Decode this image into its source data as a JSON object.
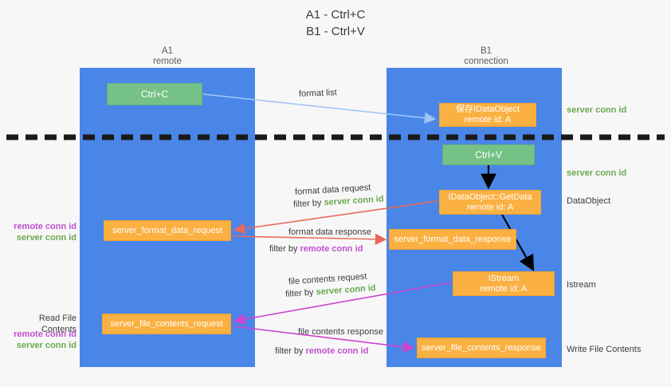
{
  "title": {
    "line1": "A1 - Ctrl+C",
    "line2": "B1 - Ctrl+V"
  },
  "columns": {
    "left": {
      "name": "A1",
      "sub": "remote"
    },
    "right": {
      "name": "B1",
      "sub": "connection"
    }
  },
  "boxes": {
    "ctrl_c": {
      "label": "Ctrl+C",
      "color": "#76c188"
    },
    "save_idataobject": {
      "line1": "保存IDataObject",
      "line2": "remote id: A",
      "color": "#fbb042"
    },
    "ctrl_v": {
      "label": "Ctrl+V",
      "color": "#76c188"
    },
    "getdata": {
      "line1": "IDataObject::GetData",
      "line2": "remote id: A",
      "color": "#fbb042"
    },
    "istream": {
      "line1": "IStream",
      "line2": "remote id: A",
      "color": "#fbb042"
    },
    "server_format_data_request": {
      "label": "server_format_data_request",
      "color": "#fbb042"
    },
    "server_format_data_response": {
      "label": "server_format_data_response",
      "color": "#fbb042"
    },
    "server_file_contents_request": {
      "label": "server_file_contents_request",
      "color": "#fbb042"
    },
    "server_file_contents_response": {
      "label": "server_file_contents_response",
      "color": "#fbb042"
    }
  },
  "edge_labels": {
    "format_list": "format list",
    "format_data_request": "format data request",
    "format_data_request_filter_prefix": "filter by ",
    "format_data_request_filter_value": "server conn id",
    "format_data_response": "format data response",
    "format_data_response_filter_prefix": "filter by ",
    "format_data_response_filter_value": "remote conn id",
    "file_contents_request": "file contents request",
    "file_contents_request_filter_prefix": "filter by ",
    "file_contents_request_filter_value": "server conn id",
    "file_contents_response": "file contents response",
    "file_contents_response_filter_prefix": "filter by ",
    "file_contents_response_filter_value": "remote conn id"
  },
  "side_labels": {
    "server_conn_id_top": "server conn id",
    "server_conn_id_mid": "server conn id",
    "dataobject": "DataObject",
    "istream": "Istream",
    "write_file_contents": "Write File Contents",
    "read_file_contents": "Read File Contents",
    "remote_conn_id": "remote conn id",
    "server_conn_id": "server conn id"
  },
  "colors": {
    "lane": "#4a86e8",
    "green": "#76c188",
    "orange": "#fbb042",
    "server_conn": "#6aa84f",
    "remote_conn": "#c14fd1",
    "arrow_blue": "#9fc5f8",
    "arrow_red": "#e8685c",
    "arrow_magenta": "#cc44cc",
    "arrow_black": "#000000",
    "background": "#f7f7f7"
  }
}
